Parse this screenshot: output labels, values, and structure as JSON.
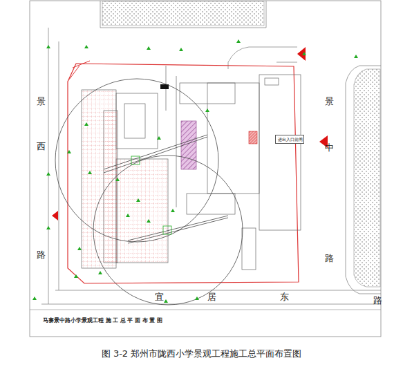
{
  "diagram": {
    "caption": "图 3-2 郑州市陇西小学景观工程施工总平面布置图",
    "nodes": [
      {
        "text": [
          "进出入口前闸"
        ]
      }
    ],
    "labels": [
      "景",
      "西",
      "路",
      "景",
      "中",
      "路",
      "宜",
      "居",
      "东",
      "路",
      "马寨景中路小学景观工程 施 工 总 平 面 布 置 图"
    ]
  }
}
